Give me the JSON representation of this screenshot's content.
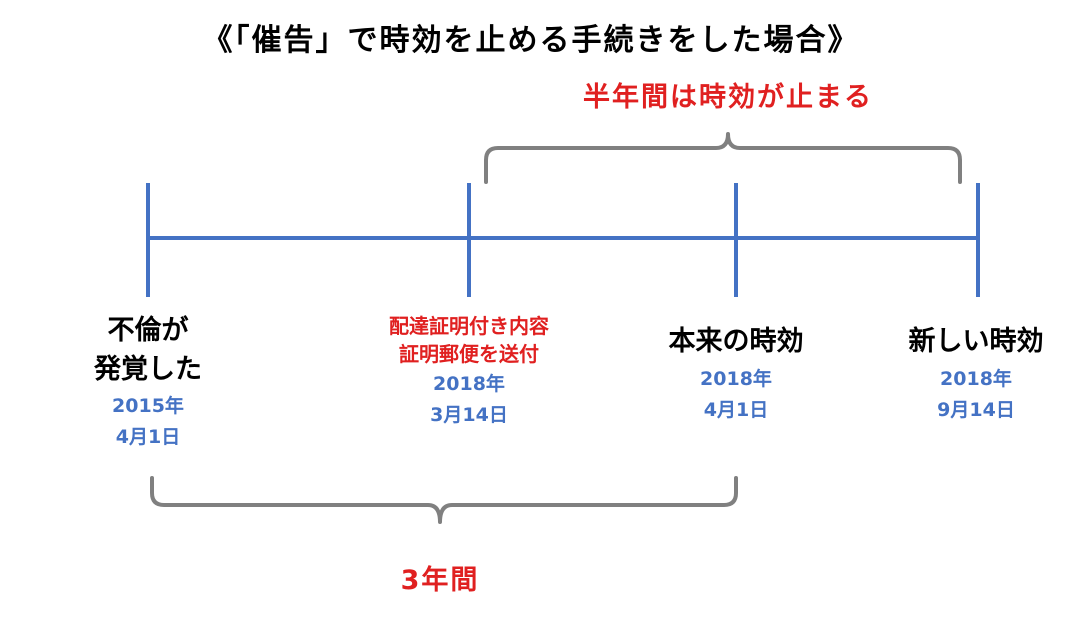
{
  "title": "《「催告」で時効を止める手続きをした場合》",
  "top_brace_label": "半年間は時効が止まる",
  "bottom_brace_label": "3年間",
  "events": [
    {
      "id": "discovery",
      "name_lines": [
        "不倫が",
        "発覚した"
      ],
      "date_lines": [
        "2015年",
        "4月1日"
      ]
    },
    {
      "id": "certified-mail",
      "name_lines": [
        "配達証明付き内容",
        "証明郵便を送付"
      ],
      "date_lines": [
        "2018年",
        "3月14日"
      ]
    },
    {
      "id": "original-limit",
      "name_lines": [
        "本来の時効"
      ],
      "date_lines": [
        "2018年",
        "4月1日"
      ]
    },
    {
      "id": "new-limit",
      "name_lines": [
        "新しい時効"
      ],
      "date_lines": [
        "2018年",
        "9月14日"
      ]
    }
  ],
  "colors": {
    "timeline": "#4472C4",
    "brace": "#808080",
    "red_text": "#E02020",
    "blue_text": "#4472C4",
    "black_text": "#000000"
  }
}
